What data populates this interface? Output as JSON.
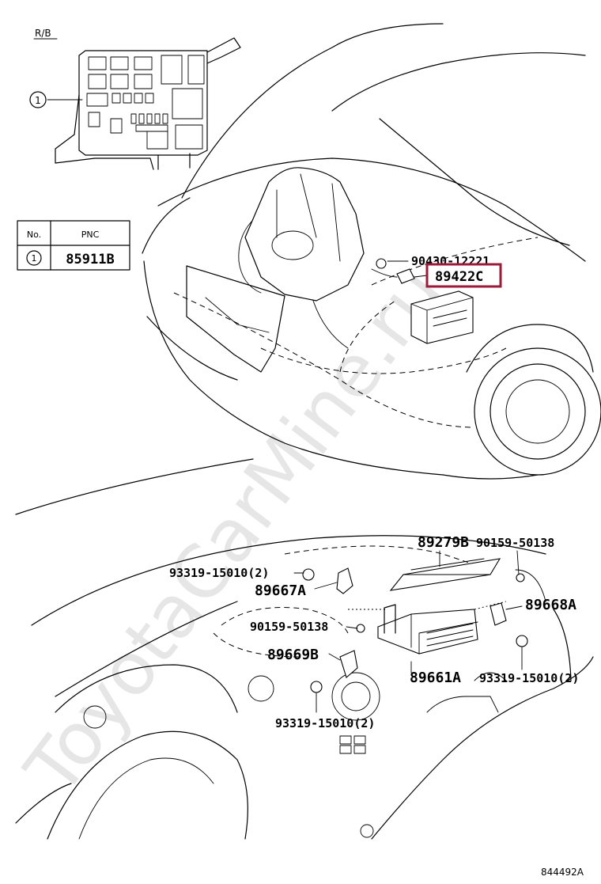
{
  "header": {
    "rb_label": "R/B"
  },
  "pnc_table": {
    "col_no": "No.",
    "col_pnc": "PNC",
    "rows": [
      {
        "no": "1",
        "pnc": "85911B"
      }
    ]
  },
  "callouts": {
    "c_90430": "90430-12221",
    "c_89422c": "89422C",
    "c_89279b": "89279B",
    "c_90159_top": "90159-50138",
    "c_93319_top": "93319-15010(2)",
    "c_89667a": "89667A",
    "c_89668a": "89668A",
    "c_90159_mid": "90159-50138",
    "c_89669b": "89669B",
    "c_89661a": "89661A",
    "c_93319_right": "93319-15010(2)",
    "c_93319_bottom": "93319-15010(2)"
  },
  "relay_block_marker": "1",
  "watermark": "ToyotaCarMine.ru",
  "figure_id": "844492A",
  "colors": {
    "highlight_box": "#9b1b3b",
    "watermark": "#e6e6e6",
    "ink": "#000000"
  }
}
